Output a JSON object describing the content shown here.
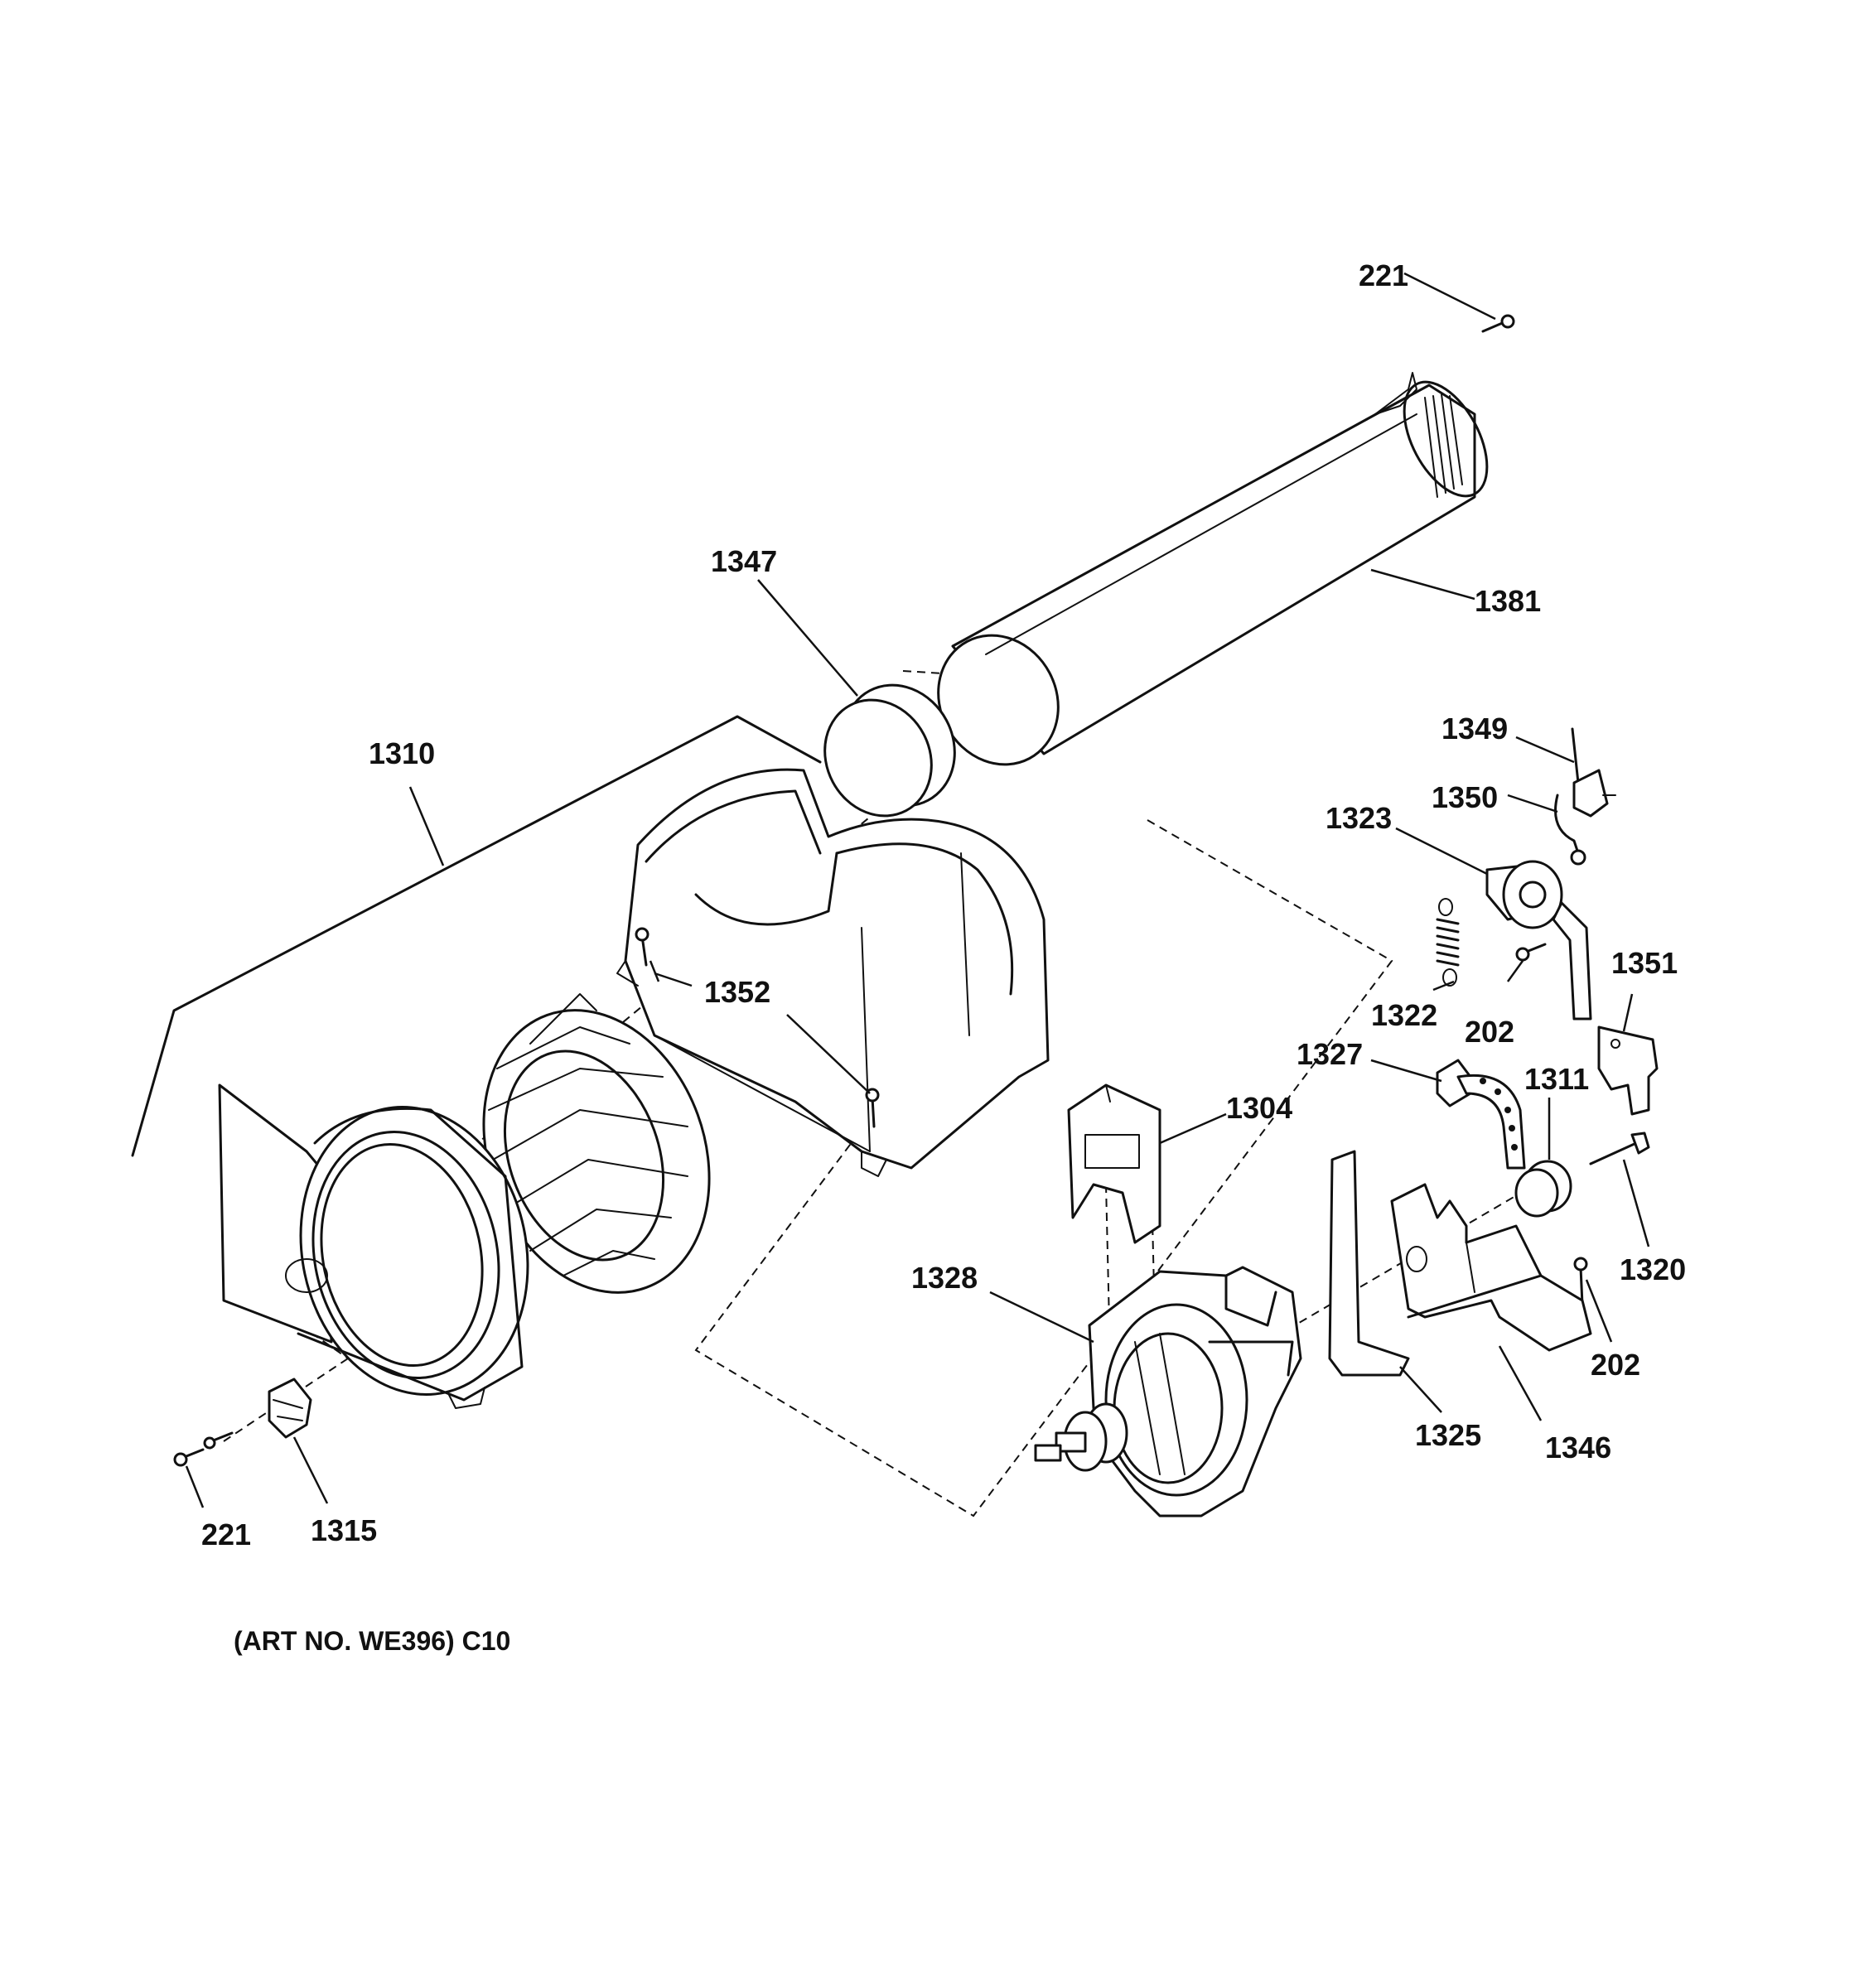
{
  "labels": {
    "p221_top": "221",
    "p1381": "1381",
    "p1347": "1347",
    "p1310": "1310",
    "p1349": "1349",
    "p1350": "1350",
    "p1323": "1323",
    "p1352": "1352",
    "p1322": "1322",
    "p202_a": "202",
    "p1351": "1351",
    "p1327": "1327",
    "p1311": "1311",
    "p1304": "1304",
    "p1320": "1320",
    "p1328": "1328",
    "p202_b": "202",
    "p1325": "1325",
    "p1346": "1346",
    "p221_bot": "221",
    "p1315": "1315"
  },
  "footer": {
    "art_number": "(ART NO. WE396) C10"
  },
  "colors": {
    "line": "#111111",
    "background": "#ffffff"
  }
}
